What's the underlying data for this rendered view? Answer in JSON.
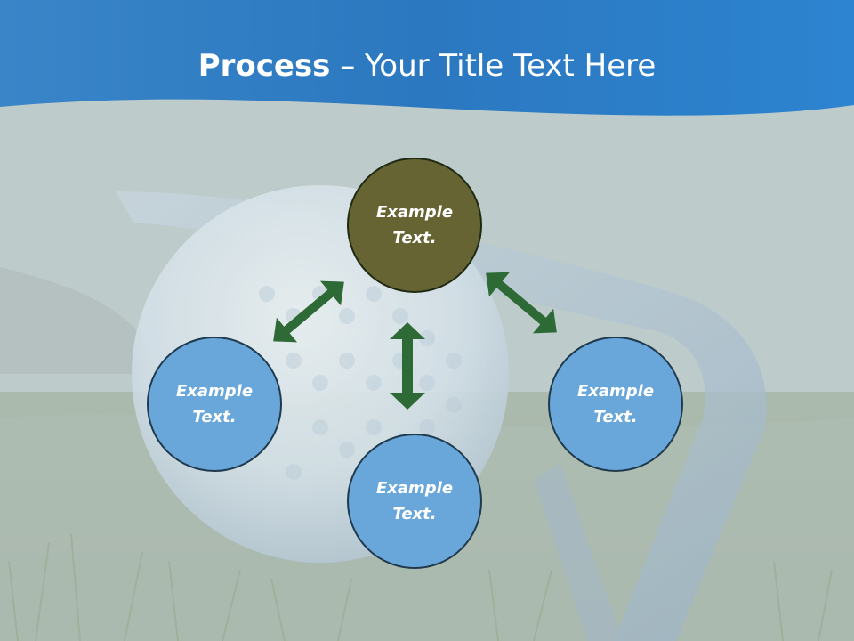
{
  "title": {
    "bold": "Process",
    "rest": " – Your Title Text Here"
  },
  "nodes": {
    "top": "Example Text.",
    "left": "Example Text.",
    "right": "Example Text.",
    "bottom": "Example Text."
  },
  "colors": {
    "banner": "#2a7fc6",
    "center_node": "#676434",
    "outer_node": "#69a7db",
    "arrow": "#2e6a35"
  }
}
